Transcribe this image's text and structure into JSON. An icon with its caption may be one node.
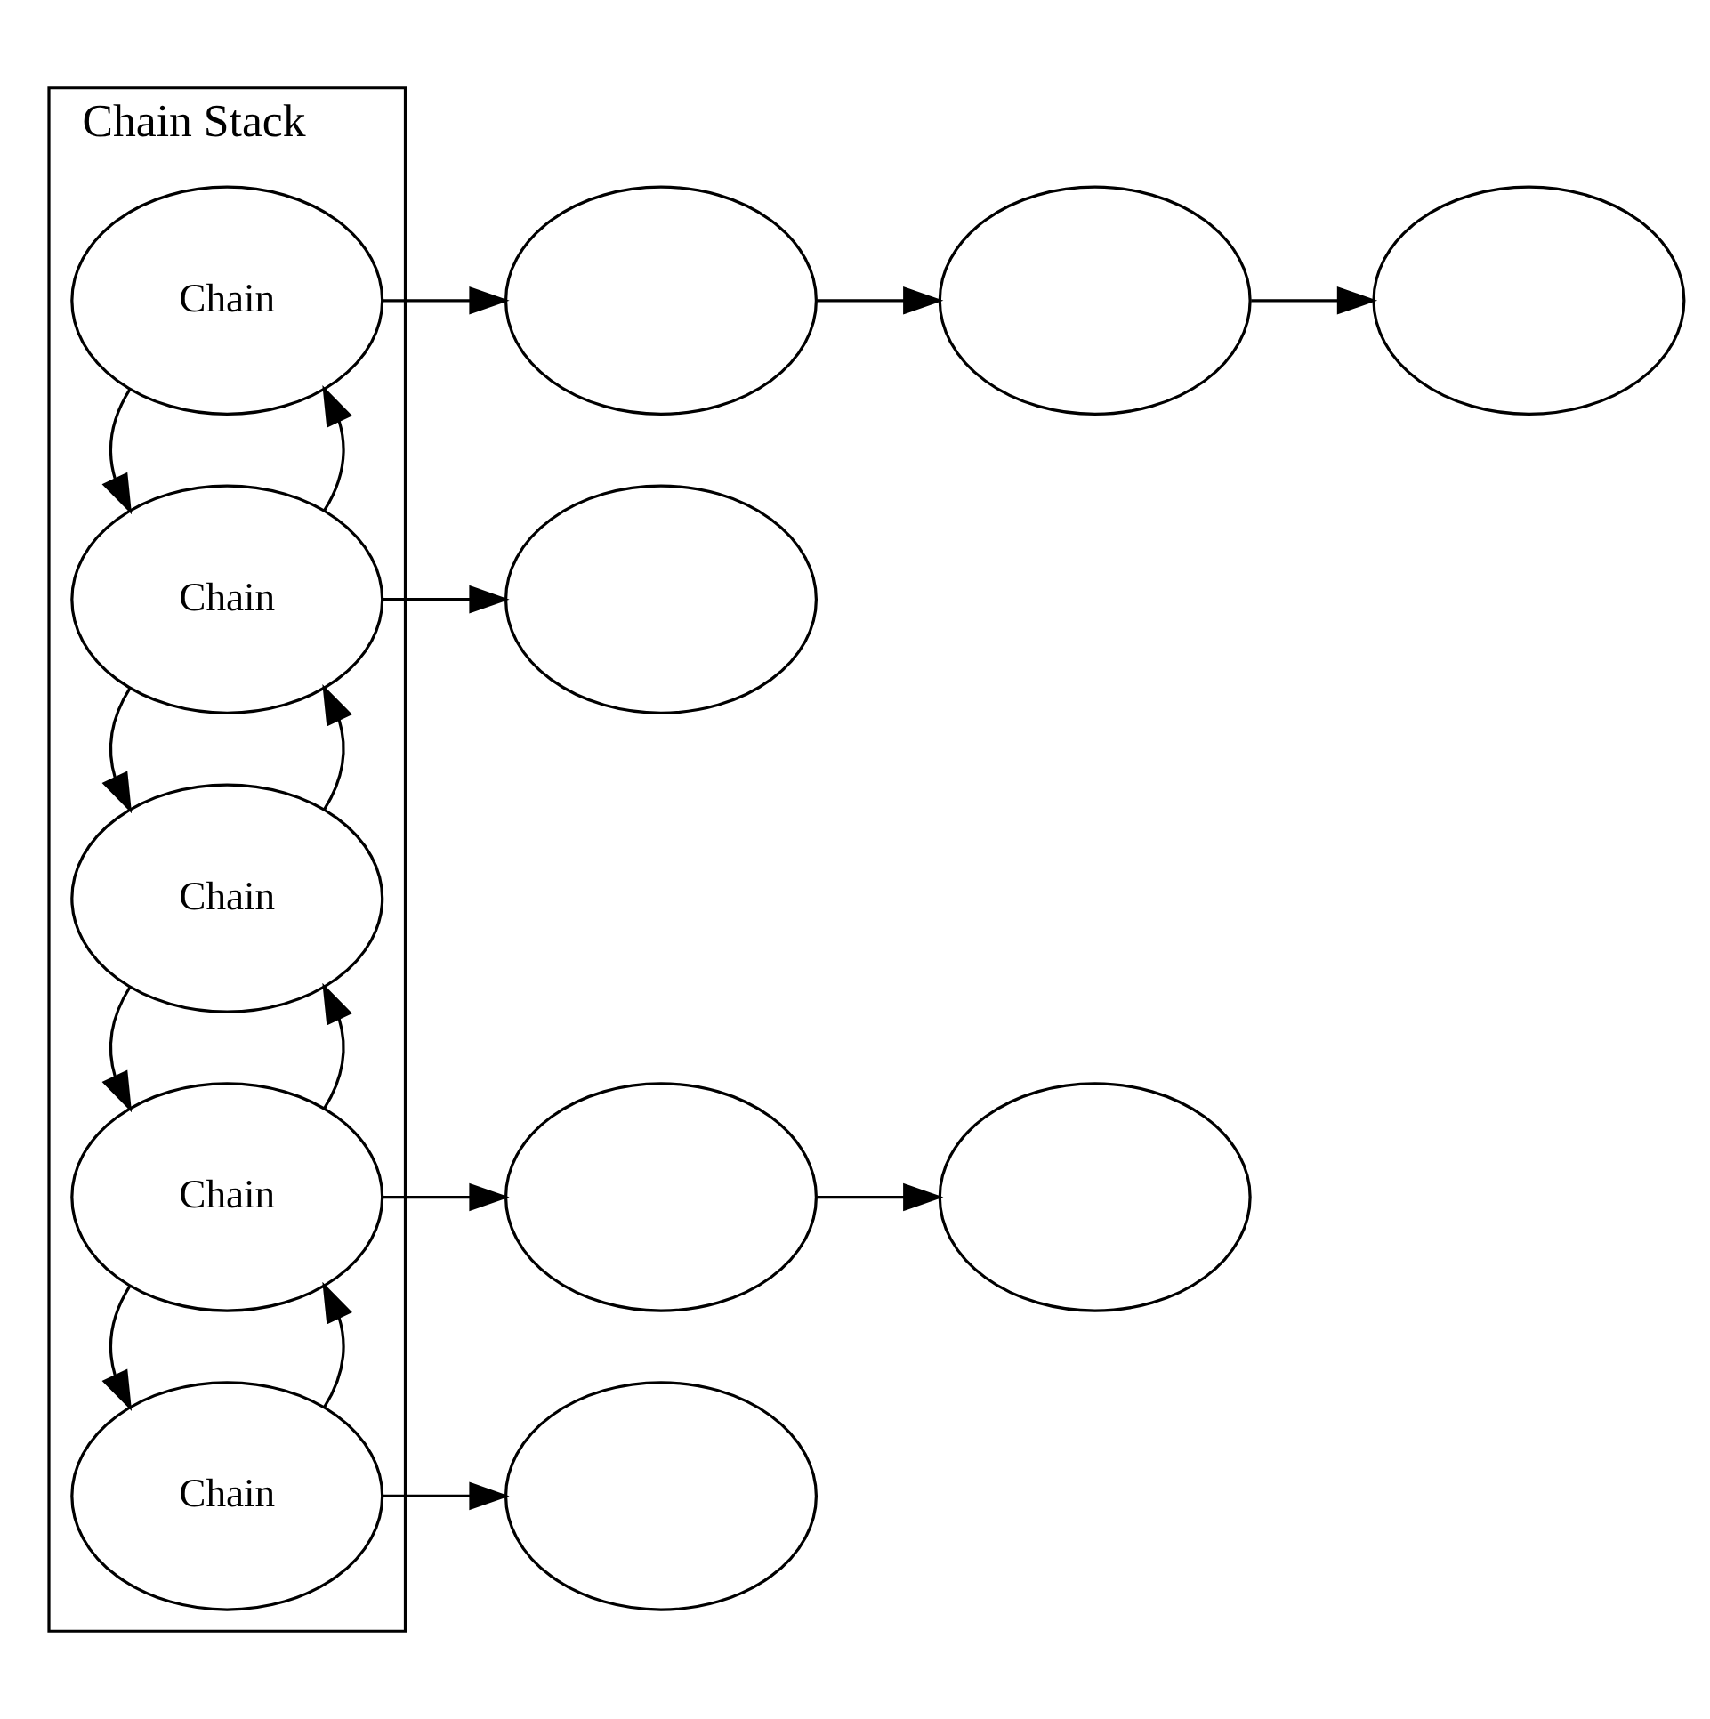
{
  "diagram": {
    "nodes": [
      {
        "text": [
          "Chain Stack"
        ]
      },
      {
        "text": [
          "Chain"
        ],
        "in": 0
      },
      {
        "text": [
          "Chain"
        ],
        "in": 0
      },
      {
        "text": [
          "Chain"
        ],
        "in": 0
      },
      {
        "text": [
          "Chain"
        ],
        "in": 0
      },
      {
        "text": [
          "Chain"
        ],
        "in": 0
      },
      {
        "text": [],
        "shape": "ellipse"
      },
      {
        "text": [],
        "shape": "ellipse"
      },
      {
        "text": [],
        "shape": "ellipse"
      },
      {
        "text": [],
        "shape": "ellipse"
      },
      {
        "text": [],
        "shape": "ellipse"
      },
      {
        "text": [],
        "shape": "ellipse"
      },
      {
        "text": [],
        "shape": "ellipse"
      }
    ],
    "edges": [
      {
        "from": 1,
        "to": 6,
        "arrow": "to"
      },
      {
        "from": 6,
        "to": 7,
        "arrow": "to"
      },
      {
        "from": 7,
        "to": 8,
        "arrow": "to"
      },
      {
        "from": 2,
        "to": 1,
        "arrow": "to"
      },
      {
        "from": 1,
        "to": 2,
        "arrow": "to"
      },
      {
        "from": 2,
        "to": 9,
        "arrow": "to"
      },
      {
        "from": 3,
        "to": 2,
        "arrow": "to"
      },
      {
        "from": 2,
        "to": 3,
        "arrow": "to"
      },
      {
        "from": 4,
        "to": 3,
        "arrow": "to"
      },
      {
        "from": 3,
        "to": 4,
        "arrow": "to"
      },
      {
        "from": 4,
        "to": 10,
        "arrow": "to"
      },
      {
        "from": 10,
        "to": 11,
        "arrow": "to"
      },
      {
        "from": 5,
        "to": 4,
        "arrow": "to"
      },
      {
        "from": 4,
        "to": 5,
        "arrow": "to"
      },
      {
        "from": 5,
        "to": 12,
        "arrow": "to"
      }
    ]
  }
}
